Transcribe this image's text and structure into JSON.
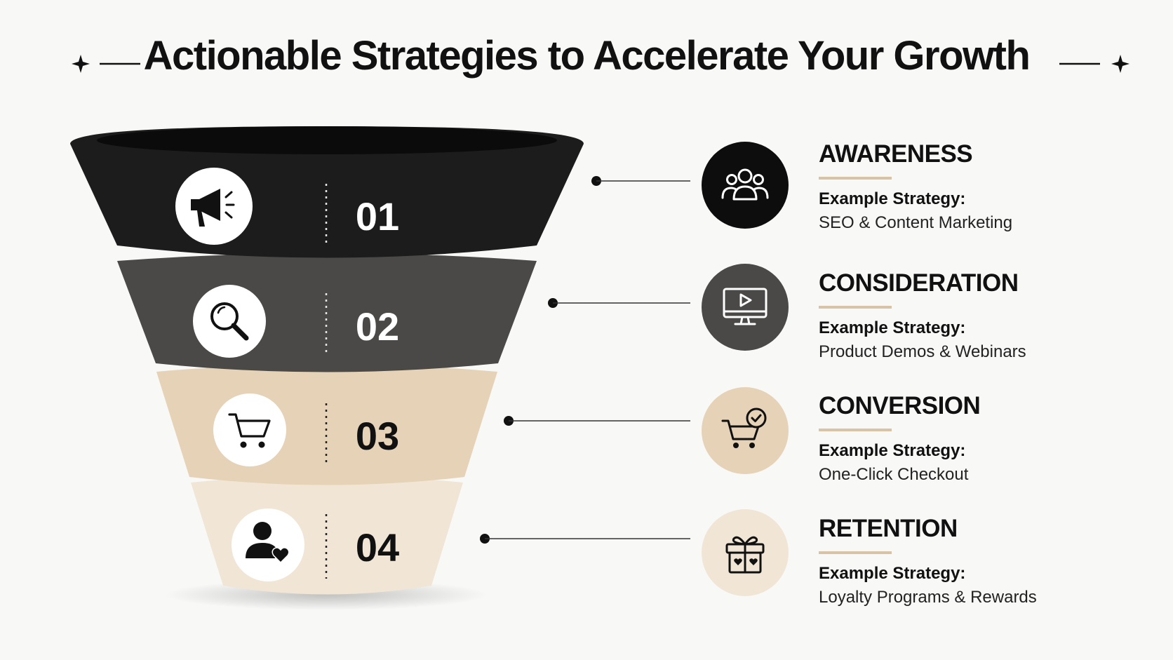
{
  "title": "Actionable Strategies to Accelerate Your Growth",
  "colors": {
    "layer1": "#1c1c1c",
    "layer2": "#4a4948",
    "layer3": "#e6d2b6",
    "layer4": "#f1e6d6",
    "accent_rule": "#d8c3a6"
  },
  "funnel": {
    "layers": [
      {
        "number": "01",
        "icon": "megaphone-icon"
      },
      {
        "number": "02",
        "icon": "magnifier-icon"
      },
      {
        "number": "03",
        "icon": "shopping-cart-icon"
      },
      {
        "number": "04",
        "icon": "user-heart-icon"
      }
    ]
  },
  "stages": [
    {
      "title": "AWARENESS",
      "label": "Example Strategy:",
      "text": "SEO & Content Marketing",
      "icon": "audience-group-icon"
    },
    {
      "title": "CONSIDERATION",
      "label": "Example Strategy:",
      "text": "Product Demos & Webinars",
      "icon": "video-monitor-icon"
    },
    {
      "title": "CONVERSION",
      "label": "Example Strategy:",
      "text": "One-Click Checkout",
      "icon": "cart-check-icon"
    },
    {
      "title": "RETENTION",
      "label": "Example Strategy:",
      "text": "Loyalty Programs & Rewards",
      "icon": "gift-box-icon"
    }
  ]
}
